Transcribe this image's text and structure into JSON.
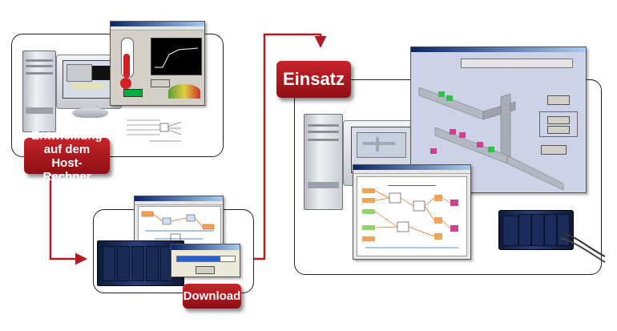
{
  "labels": {
    "development": "Entwicklung auf dem Host-Rechner",
    "download": "Download",
    "deployment": "Einsatz"
  },
  "colors": {
    "accent": "#b71c22",
    "arrow": "#b01c22",
    "frame_border": "#222222"
  },
  "icons": [
    "host-computer-icon",
    "deployment-computer-icon",
    "compact-fieldpoint-hardware-icon",
    "real-time-controller-icon"
  ]
}
